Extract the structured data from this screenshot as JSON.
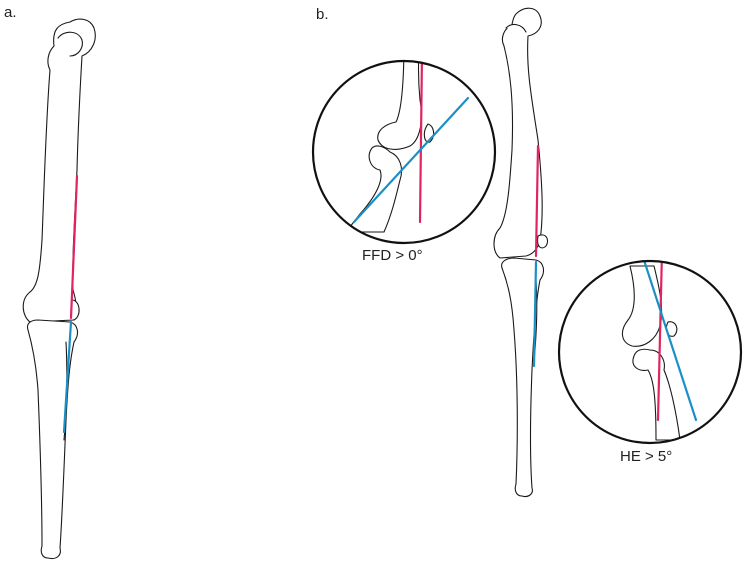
{
  "labels": {
    "panel_a": "a.",
    "panel_b": "b.",
    "inset_1_caption": "FFD > 0°",
    "inset_2_caption": "HE > 5°"
  },
  "colors": {
    "reference_line": "#e0245e",
    "axis_line": "#1b8fc8",
    "outline": "#1a1a1a"
  }
}
